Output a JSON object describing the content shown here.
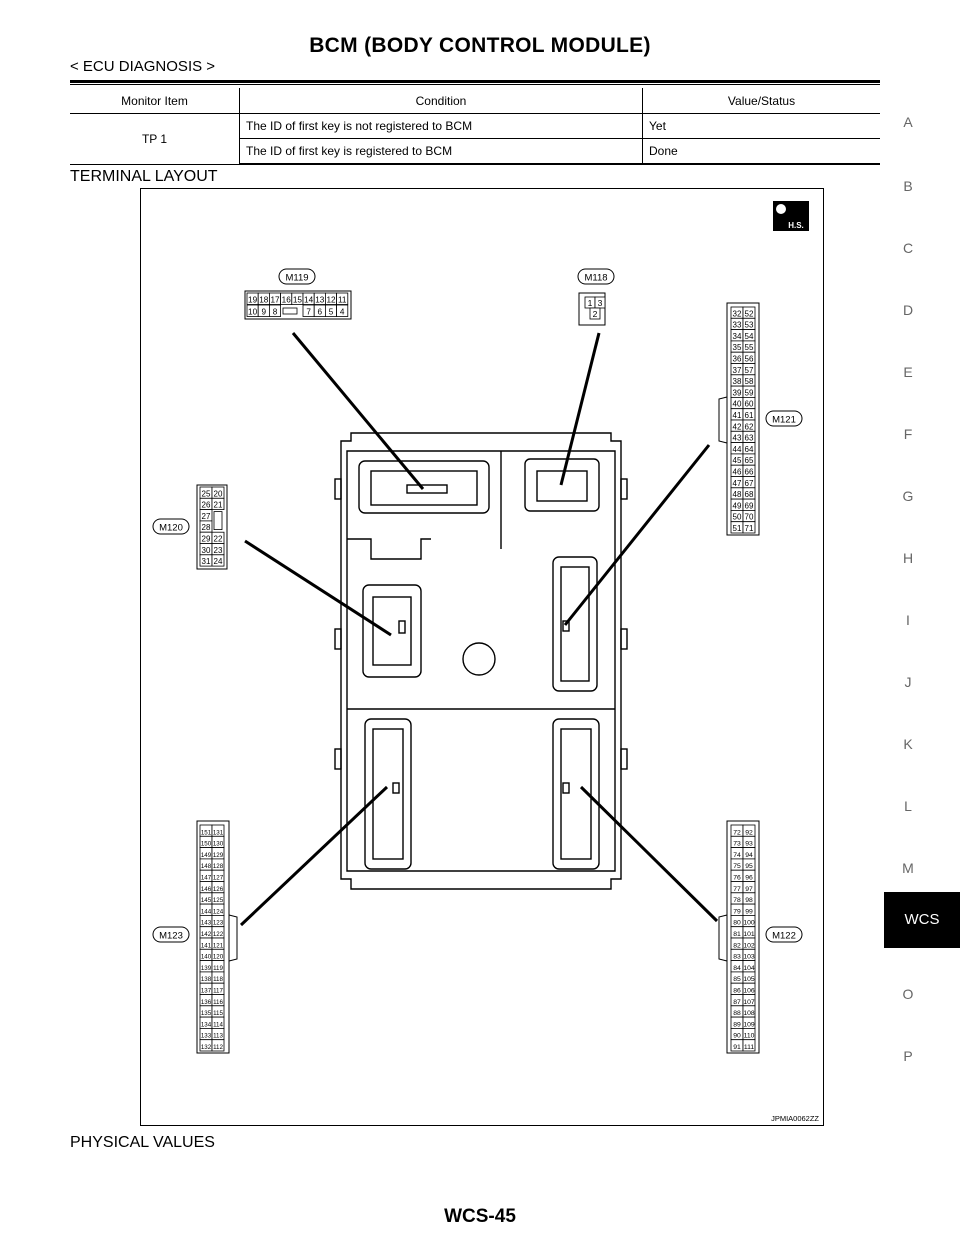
{
  "header": {
    "title": "BCM (BODY CONTROL MODULE)",
    "section": "< ECU DIAGNOSIS >"
  },
  "monitor_table": {
    "columns": [
      "Monitor Item",
      "Condition",
      "Value/Status"
    ],
    "item": "TP 1",
    "rows": [
      {
        "condition": "The ID of first key is not registered to BCM",
        "value": "Yet"
      },
      {
        "condition": "The ID of first key is registered to BCM",
        "value": "Done"
      }
    ]
  },
  "terminal_layout": {
    "heading": "TERMINAL LAYOUT",
    "figure_code": "JPMIA0062ZZ",
    "badge": "H.S.",
    "connectors": {
      "m119": "M119",
      "m118": "M118",
      "m120": "M120",
      "m121": "M121",
      "m122": "M122",
      "m123": "M123"
    },
    "m119_top": [
      "19",
      "18",
      "17",
      "16",
      "15",
      "14",
      "13",
      "12",
      "11"
    ],
    "m119_bottom": [
      "10",
      "9",
      "8",
      "",
      "7",
      "6",
      "5",
      "4"
    ],
    "m118_top": [
      "1",
      "3"
    ],
    "m118_bottom": [
      "2"
    ],
    "m121_left": [
      "32",
      "33",
      "34",
      "35",
      "36",
      "37",
      "38",
      "39",
      "40",
      "41",
      "42",
      "43",
      "44",
      "45",
      "46",
      "47",
      "48",
      "49",
      "50",
      "51"
    ],
    "m121_right": [
      "52",
      "53",
      "54",
      "55",
      "56",
      "57",
      "58",
      "59",
      "60",
      "61",
      "62",
      "63",
      "64",
      "65",
      "66",
      "67",
      "68",
      "69",
      "70",
      "71"
    ],
    "m120_left": [
      "25",
      "26",
      "27",
      "28",
      "29",
      "30",
      "31"
    ],
    "m120_right": [
      "20",
      "21",
      "",
      "22",
      "23",
      "24"
    ],
    "m122_left": [
      "72",
      "73",
      "74",
      "75",
      "76",
      "77",
      "78",
      "79",
      "80",
      "81",
      "82",
      "83",
      "84",
      "85",
      "86",
      "87",
      "88",
      "89",
      "90",
      "91"
    ],
    "m122_right": [
      "92",
      "93",
      "94",
      "95",
      "96",
      "97",
      "98",
      "99",
      "100",
      "101",
      "102",
      "103",
      "104",
      "105",
      "106",
      "107",
      "108",
      "109",
      "110",
      "111"
    ],
    "m123_left": [
      "151",
      "150",
      "149",
      "148",
      "147",
      "146",
      "145",
      "144",
      "143",
      "142",
      "141",
      "140",
      "139",
      "138",
      "137",
      "136",
      "135",
      "134",
      "133",
      "132"
    ],
    "m123_right": [
      "131",
      "130",
      "129",
      "128",
      "127",
      "126",
      "125",
      "124",
      "123",
      "122",
      "121",
      "120",
      "119",
      "118",
      "117",
      "116",
      "115",
      "114",
      "113",
      "112"
    ]
  },
  "physical_values_heading": "PHYSICAL VALUES",
  "footer": {
    "page": "WCS-45"
  },
  "side_index": {
    "letters": [
      "A",
      "B",
      "C",
      "D",
      "E",
      "F",
      "G",
      "H",
      "I",
      "J",
      "K",
      "L",
      "M",
      "O",
      "P"
    ],
    "active": "WCS"
  }
}
